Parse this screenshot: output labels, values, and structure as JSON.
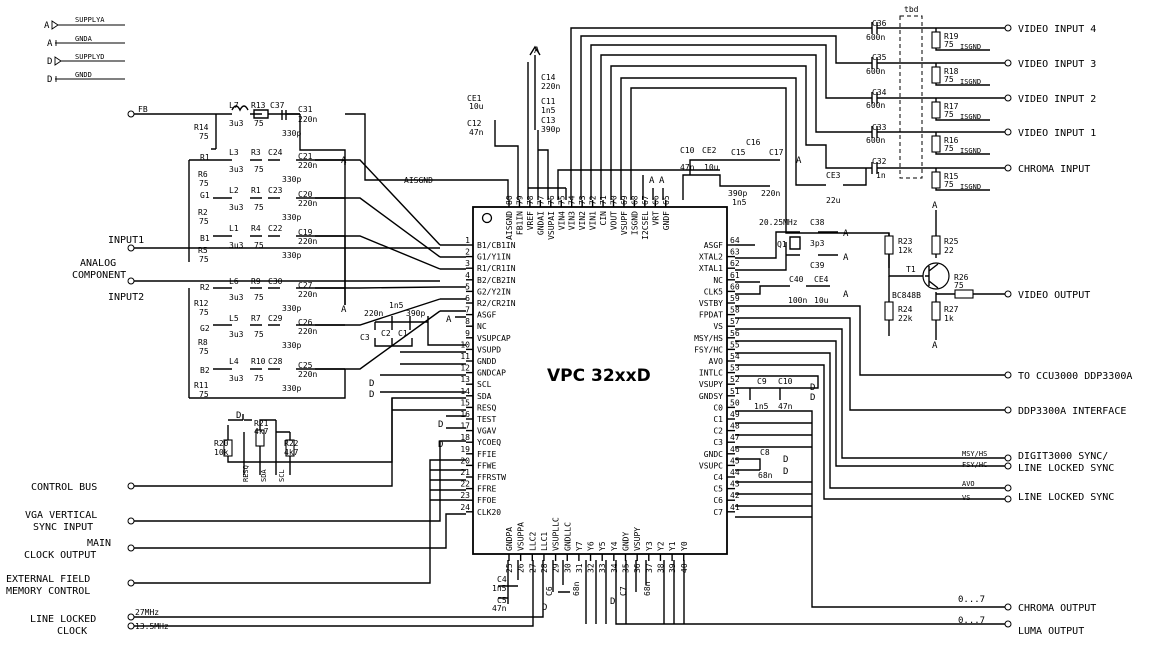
{
  "chip": {
    "title": "VPC 32xxD"
  },
  "power_symbols": [
    {
      "letter": "A",
      "label": "SUPPLYA"
    },
    {
      "letter": "A",
      "label": "GNDA"
    },
    {
      "letter": "D",
      "label": "SUPPLYD"
    },
    {
      "letter": "D",
      "label": "GNDD"
    }
  ],
  "left_pins": [
    {
      "num": "1",
      "name": "B1/CB1IN"
    },
    {
      "num": "2",
      "name": "G1/Y1IN"
    },
    {
      "num": "3",
      "name": "R1/CR1IN"
    },
    {
      "num": "4",
      "name": "B2/CB2IN"
    },
    {
      "num": "5",
      "name": "G2/Y2IN"
    },
    {
      "num": "6",
      "name": "R2/CR2IN"
    },
    {
      "num": "7",
      "name": "ASGF"
    },
    {
      "num": "8",
      "name": "NC"
    },
    {
      "num": "9",
      "name": "VSUPCAP"
    },
    {
      "num": "10",
      "name": "VSUPD"
    },
    {
      "num": "11",
      "name": "GNDD"
    },
    {
      "num": "12",
      "name": "GNDCAP"
    },
    {
      "num": "13",
      "name": "SCL"
    },
    {
      "num": "14",
      "name": "SDA"
    },
    {
      "num": "15",
      "name": "RESQ"
    },
    {
      "num": "16",
      "name": "TEST"
    },
    {
      "num": "17",
      "name": "VGAV"
    },
    {
      "num": "18",
      "name": "YCOEQ"
    },
    {
      "num": "19",
      "name": "FFIE"
    },
    {
      "num": "20",
      "name": "FFWE"
    },
    {
      "num": "21",
      "name": "FFRSTW"
    },
    {
      "num": "22",
      "name": "FFRE"
    },
    {
      "num": "23",
      "name": "FFOE"
    },
    {
      "num": "24",
      "name": "CLK20"
    }
  ],
  "right_pins": [
    {
      "num": "64",
      "name": "ASGF"
    },
    {
      "num": "63",
      "name": "XTAL2"
    },
    {
      "num": "62",
      "name": "XTAL1"
    },
    {
      "num": "61",
      "name": "NC"
    },
    {
      "num": "60",
      "name": "CLK5"
    },
    {
      "num": "59",
      "name": "VSTBY"
    },
    {
      "num": "58",
      "name": "FPDAT"
    },
    {
      "num": "57",
      "name": "VS"
    },
    {
      "num": "56",
      "name": "MSY/HS"
    },
    {
      "num": "55",
      "name": "FSY/HC"
    },
    {
      "num": "54",
      "name": "AVO"
    },
    {
      "num": "53",
      "name": "INTLC"
    },
    {
      "num": "52",
      "name": "VSUPY"
    },
    {
      "num": "51",
      "name": "GNDSY"
    },
    {
      "num": "50",
      "name": "C0"
    },
    {
      "num": "49",
      "name": "C1"
    },
    {
      "num": "48",
      "name": "C2"
    },
    {
      "num": "47",
      "name": "C3"
    },
    {
      "num": "46",
      "name": "GNDC"
    },
    {
      "num": "45",
      "name": "VSUPC"
    },
    {
      "num": "44",
      "name": "C4"
    },
    {
      "num": "43",
      "name": "C5"
    },
    {
      "num": "42",
      "name": "C6"
    },
    {
      "num": "41",
      "name": "C7"
    }
  ],
  "top_pins": [
    {
      "num": "80",
      "name": "AISGND"
    },
    {
      "num": "79",
      "name": "FB1IN"
    },
    {
      "num": "78",
      "name": "VREF"
    },
    {
      "num": "77",
      "name": "GNDAI"
    },
    {
      "num": "76",
      "name": "VSUPAI"
    },
    {
      "num": "75",
      "name": "VIN4"
    },
    {
      "num": "74",
      "name": "VIN3"
    },
    {
      "num": "73",
      "name": "VIN2"
    },
    {
      "num": "72",
      "name": "VIN1"
    },
    {
      "num": "71",
      "name": "CIN"
    },
    {
      "num": "70",
      "name": "VOUT"
    },
    {
      "num": "69",
      "name": "VSUPF"
    },
    {
      "num": "68",
      "name": "ISGND"
    },
    {
      "num": "67",
      "name": "I2CSEL"
    },
    {
      "num": "66",
      "name": "VRT"
    },
    {
      "num": "65",
      "name": "GNDF"
    }
  ],
  "bottom_pins": [
    {
      "num": "25",
      "name": "GNDPA"
    },
    {
      "num": "26",
      "name": "VSUPPA"
    },
    {
      "num": "27",
      "name": "LLC2"
    },
    {
      "num": "28",
      "name": "LLC1"
    },
    {
      "num": "29",
      "name": "VSUPLLC"
    },
    {
      "num": "30",
      "name": "GNDLLC"
    },
    {
      "num": "31",
      "name": "Y7"
    },
    {
      "num": "32",
      "name": "Y6"
    },
    {
      "num": "33",
      "name": "Y5"
    },
    {
      "num": "34",
      "name": "Y4"
    },
    {
      "num": "35",
      "name": "GNDY"
    },
    {
      "num": "36",
      "name": "VSUPY"
    },
    {
      "num": "37",
      "name": "Y3"
    },
    {
      "num": "38",
      "name": "Y2"
    },
    {
      "num": "39",
      "name": "Y1"
    },
    {
      "num": "40",
      "name": "Y0"
    }
  ],
  "left_labels": {
    "fb": "FB",
    "input1": "INPUT1",
    "analog_line1": "ANALOG",
    "analog_line2": "COMPONENT",
    "input2": "INPUT2",
    "control_bus": "CONTROL BUS",
    "vga_line1": "VGA VERTICAL",
    "vga_line2": "SYNC INPUT",
    "main_line1": "MAIN",
    "main_line2": "CLOCK OUTPUT",
    "ext_line1": "EXTERNAL FIELD",
    "ext_line2": "MEMORY CONTROL",
    "llc_line1": "LINE LOCKED",
    "llc_line2": "CLOCK",
    "freq_27": "27MHz",
    "freq_135": "13.5MHz"
  },
  "right_labels": {
    "tbd": "tbd",
    "video4": "VIDEO INPUT 4",
    "video3": "VIDEO INPUT 3",
    "video2": "VIDEO INPUT 2",
    "video1": "VIDEO INPUT 1",
    "chroma_in": "CHROMA INPUT",
    "video_out": "VIDEO OUTPUT",
    "to_ccu": "TO CCU3000 DDP3300A",
    "ddp": "DDP3300A INTERFACE",
    "digit_line1": "DIGIT3000 SYNC/",
    "digit_line2": "LINE LOCKED SYNC",
    "lls": "LINE LOCKED SYNC",
    "chroma_out": "CHROMA OUTPUT",
    "luma_out": "LUMA OUTPUT",
    "bus07a": "0...7",
    "bus07b": "0...7",
    "msy_hs": "MSY/HS",
    "fsy_hc": "FSY/HC",
    "avo": "AVO",
    "vs": "VS"
  },
  "parts": {
    "aisgnd": "AISGND",
    "isgnd": "ISGND",
    "c36": "C36",
    "c35": "C35",
    "c34": "C34",
    "c33": "C33",
    "c32": "C32",
    "v600n": "600n",
    "v1n": "1n",
    "r19": "R19",
    "r18": "R18",
    "r17": "R17",
    "r16": "R16",
    "r15": "R15",
    "v75": "75",
    "c3": "C3",
    "ce3": "CE3",
    "v22u": "22u",
    "r23": "R23",
    "v12k": "12k",
    "r24": "R24",
    "v22k": "22k",
    "r25": "R25",
    "v22": "22",
    "r27": "R27",
    "v1k": "1k",
    "r26": "R26",
    "t1": "T1",
    "bc": "BC848B",
    "l7": "L7",
    "r13": "R13",
    "c37": "C37",
    "c31": "C31",
    "r14": "R14",
    "v3u3": "3u3",
    "v220n": "220n",
    "v330p": "330p",
    "ce1": "CE1",
    "v10u": "10u",
    "c14": "C14",
    "c11": "C11",
    "v1n5": "1n5",
    "c12": "C12",
    "v47n": "47n",
    "c13": "C13",
    "v390p": "390p",
    "c10": "C10",
    "ce2": "CE2",
    "c15": "C15",
    "c16": "C16",
    "c17": "C17",
    "r1": "R1",
    "l3": "L3",
    "r3": "R3",
    "c24": "C24",
    "c21": "C21",
    "r6": "R6",
    "g1": "G1",
    "l2": "L2",
    "c23": "C23",
    "c20": "C20",
    "r2": "R2",
    "b1": "B1",
    "l1": "L1",
    "r4": "R4",
    "c22": "C22",
    "c19": "C19",
    "r5": "R5",
    "l6": "L6",
    "r9": "R9",
    "c30": "C30",
    "c27": "C27",
    "r12": "R12",
    "g2": "G2",
    "l5": "L5",
    "r7": "R7",
    "c29": "C29",
    "c26": "C26",
    "r8": "R8",
    "b2": "B2",
    "l4": "L4",
    "r10": "R10",
    "c28": "C28",
    "c25": "C25",
    "r11": "R11",
    "c2": "C2",
    "c1": "C1",
    "r21": "R21",
    "v4k7": "4k7",
    "r20": "R20",
    "v10k": "10k",
    "r22": "R22",
    "resq": "RESQ",
    "sda": "SDA",
    "scl": "SCL",
    "xtal_freq": "20.25MHz",
    "c38": "C38",
    "q1": "Q1",
    "v3p3": "3p3",
    "c39": "C39",
    "c40": "C40",
    "ce4": "CE4",
    "v100n": "100n",
    "c9": "C9",
    "c7": "C7",
    "c8": "C8",
    "v68n": "68n",
    "c4": "C4",
    "c5": "C5",
    "c6": "C6",
    "a": "A",
    "d": "D"
  }
}
